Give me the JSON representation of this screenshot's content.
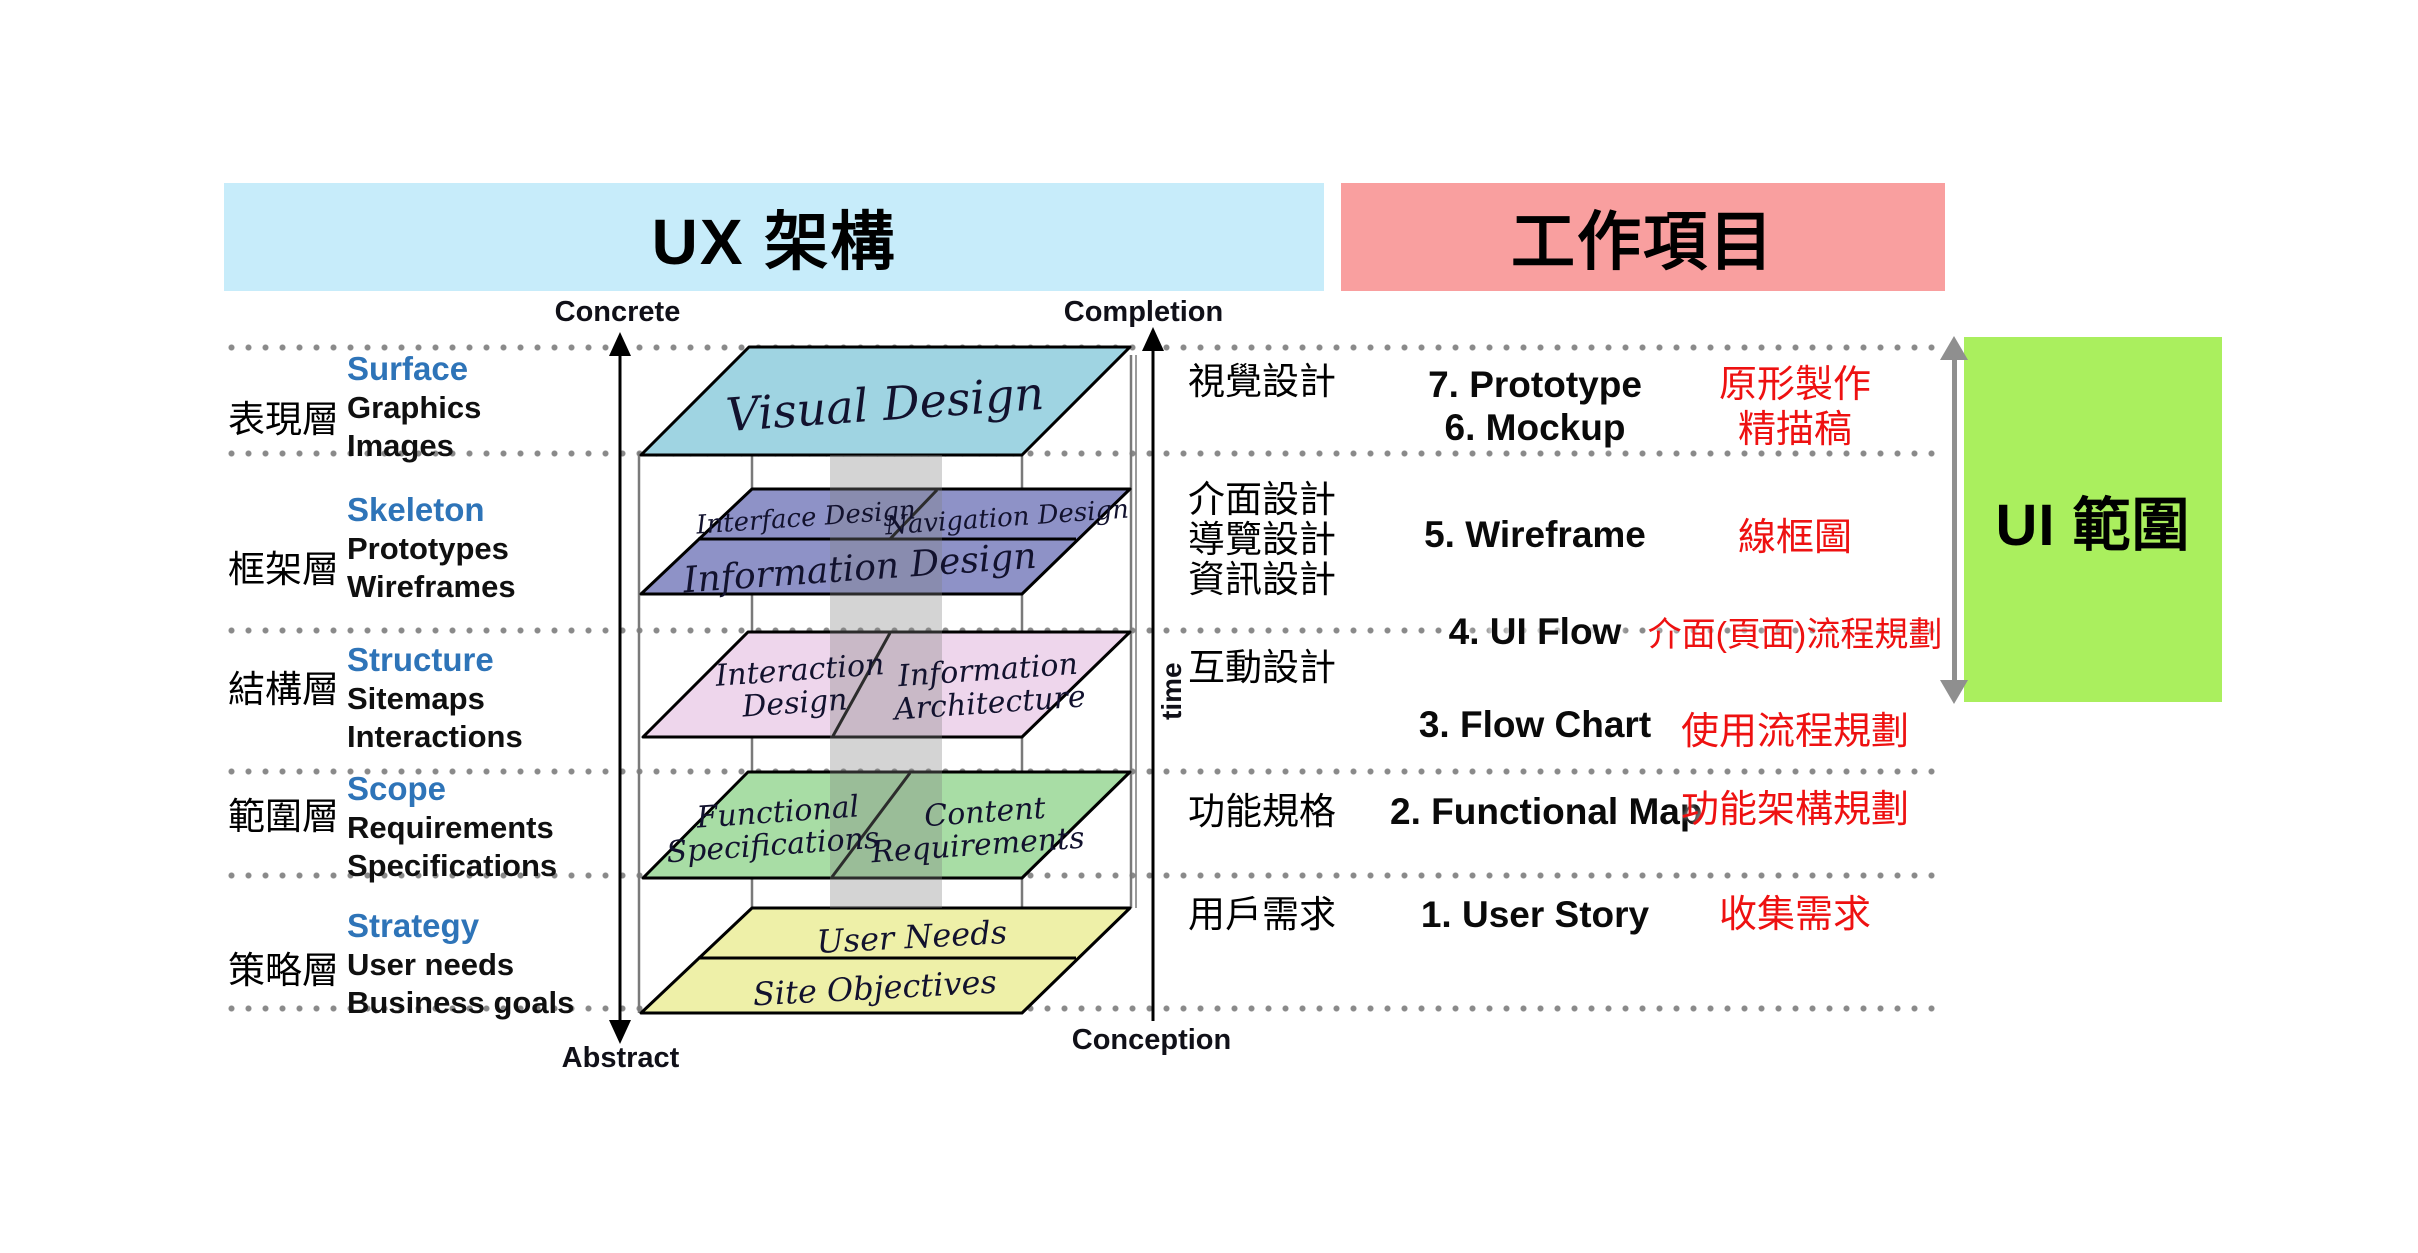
{
  "headers": {
    "ux": "UX 架構",
    "work": "工作項目"
  },
  "axes": {
    "concrete": "Concrete",
    "abstract": "Abstract",
    "completion": "Completion",
    "conception": "Conception",
    "time": "time"
  },
  "layers": [
    {
      "zh": "表現層",
      "en_title": "Surface",
      "en_line1": "Graphics",
      "en_line2": "Images"
    },
    {
      "zh": "框架層",
      "en_title": "Skeleton",
      "en_line1": "Prototypes",
      "en_line2": "Wireframes"
    },
    {
      "zh": "結構層",
      "en_title": "Structure",
      "en_line1": "Sitemaps",
      "en_line2": "Interactions"
    },
    {
      "zh": "範圍層",
      "en_title": "Scope",
      "en_line1": "Requirements",
      "en_line2": "Specifications"
    },
    {
      "zh": "策略層",
      "en_title": "Strategy",
      "en_line1": "User needs",
      "en_line2": "Business goals"
    }
  ],
  "planes": {
    "visual_design": "Visual Design",
    "interface_design": "Interface Design",
    "navigation_design": "Navigation Design",
    "information_design": "Information Design",
    "interaction_design": {
      "line1": "Interaction",
      "line2": "Design"
    },
    "information_architecture": {
      "line1": "Information",
      "line2": "Architecture"
    },
    "functional_specifications": {
      "line1": "Functional",
      "line2": "Specifications"
    },
    "content_requirements": {
      "line1": "Content",
      "line2": "Requirements"
    },
    "user_needs": "User Needs",
    "site_objectives": "Site Objectives"
  },
  "right_panel": {
    "categories": [
      "視覺設計",
      "介面設計",
      "導覽設計",
      "資訊設計",
      "互動設計",
      "功能規格",
      "用戶需求"
    ],
    "tasks": [
      {
        "label": "7. Prototype",
        "note": "原形製作"
      },
      {
        "label": "6. Mockup",
        "note": "精描稿"
      },
      {
        "label": "5. Wireframe",
        "note": "線框圖"
      },
      {
        "label": "4. UI Flow",
        "note": "介面(頁面)流程規劃"
      },
      {
        "label": "3. Flow Chart",
        "note": "使用流程規劃"
      },
      {
        "label": "2. Functional Map",
        "note": "功能架構規劃"
      },
      {
        "label": "1. User Story",
        "note": "收集需求"
      }
    ]
  },
  "ui_scope": {
    "label": "UI 範圍"
  },
  "colors": {
    "header_ux_bg": "#c7ecfa",
    "header_work_bg": "#f99f9f",
    "ui_scope_bg": "#aaef5e",
    "plane_surface": "#9fd4e2",
    "plane_skeleton": "#8e92c7",
    "plane_structure": "#eed6ec",
    "plane_scope": "#a8dda5",
    "plane_strategy": "#eef0a8",
    "layer_title_blue": "#2e74b8",
    "note_red": "#ee1111",
    "dot_gray": "#8a8a8a"
  }
}
